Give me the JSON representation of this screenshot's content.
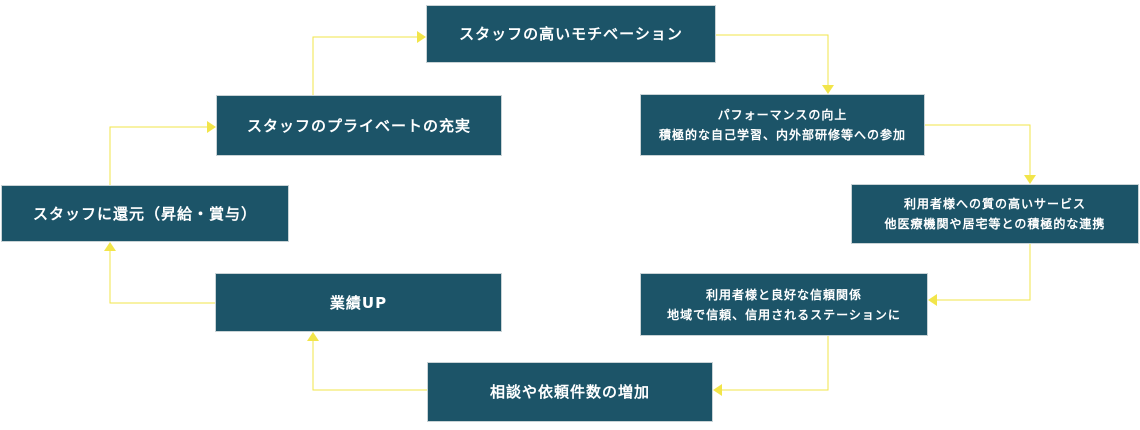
{
  "cycle": {
    "b1": "スタッフの高いモチベーション",
    "b2": {
      "line1": "パフォーマンスの向上",
      "line2": "積極的な自己学習、内外部研修等への参加"
    },
    "b3": {
      "line1": "利用者様への質の高いサービス",
      "line2": "他医療機関や居宅等との積極的な連携"
    },
    "b4": {
      "line1": "利用者様と良好な信頼関係",
      "line2": "地域で信頼、信用されるステーションに"
    },
    "b5": "相談や依頼件数の増加",
    "b6": "業績UP",
    "b7": "スタッフに還元（昇給・賞与）",
    "b8": "スタッフのプライベートの充実"
  },
  "colors": {
    "box_fill": "#1c5468",
    "arrow": "#f2e54a",
    "text": "#ffffff"
  }
}
